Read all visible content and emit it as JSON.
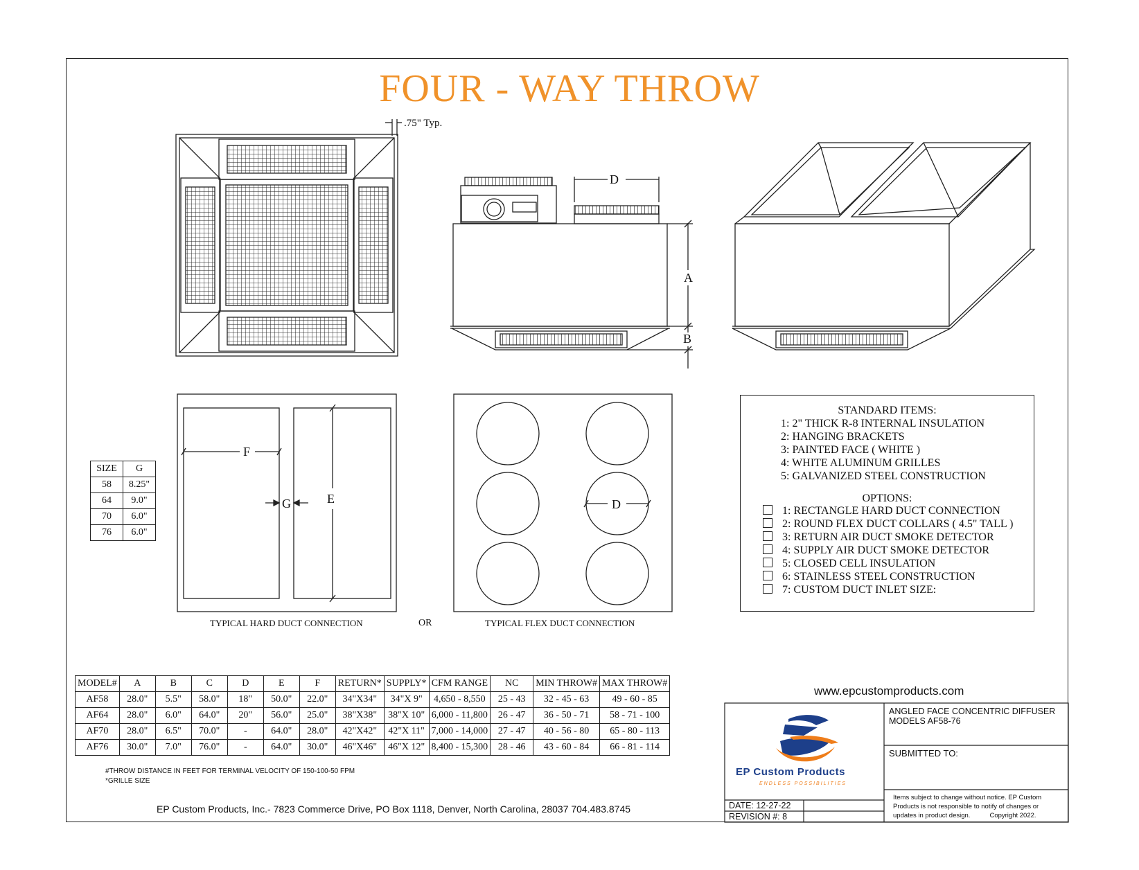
{
  "title": "FOUR - WAY THROW",
  "dims": {
    "typ": ".75\" Typ.",
    "a": "A",
    "b": "B",
    "d": "D",
    "e": "E",
    "f": "F",
    "g": "G"
  },
  "captions": {
    "hard_duct": "TYPICAL HARD DUCT CONNECTION",
    "or": "OR",
    "flex_duct": "TYPICAL FLEX DUCT CONNECTION"
  },
  "g_table": {
    "headers": [
      "SIZE",
      "G"
    ],
    "rows": [
      [
        "58",
        "8.25\""
      ],
      [
        "64",
        "9.0\""
      ],
      [
        "70",
        "6.0\""
      ],
      [
        "76",
        "6.0\""
      ]
    ]
  },
  "standard_items": {
    "heading": "STANDARD ITEMS:",
    "items": [
      "1: 2\" THICK R-8 INTERNAL INSULATION",
      "2: HANGING BRACKETS",
      "3: PAINTED FACE ( WHITE )",
      "4: WHITE ALUMINUM GRILLES",
      "5: GALVANIZED STEEL CONSTRUCTION"
    ]
  },
  "options": {
    "heading": "OPTIONS:",
    "items": [
      "1: RECTANGLE HARD DUCT CONNECTION",
      "2: ROUND FLEX DUCT COLLARS ( 4.5\" TALL )",
      "3: RETURN AIR DUCT SMOKE DETECTOR",
      "4: SUPPLY AIR DUCT SMOKE DETECTOR",
      "5: CLOSED CELL INSULATION",
      "6: STAINLESS STEEL CONSTRUCTION",
      "7: CUSTOM DUCT INLET SIZE:"
    ]
  },
  "model_table": {
    "headers": [
      "MODEL#",
      "A",
      "B",
      "C",
      "D",
      "E",
      "F",
      "RETURN*",
      "SUPPLY*",
      "CFM RANGE",
      "NC",
      "MIN THROW#",
      "MAX THROW#"
    ],
    "rows": [
      [
        "AF58",
        "28.0\"",
        "5.5\"",
        "58.0\"",
        "18\"",
        "50.0\"",
        "22.0\"",
        "34\"X34\"",
        "34\"X 9\"",
        "4,650 - 8,550",
        "25 - 43",
        "32 - 45 - 63",
        "49 - 60 - 85"
      ],
      [
        "AF64",
        "28.0\"",
        "6.0\"",
        "64.0\"",
        "20\"",
        "56.0\"",
        "25.0\"",
        "38\"X38\"",
        "38\"X 10\"",
        "6,000 - 11,800",
        "26 - 47",
        "36 - 50 - 71",
        "58 - 71 - 100"
      ],
      [
        "AF70",
        "28.0\"",
        "6.5\"",
        "70.0\"",
        "-",
        "64.0\"",
        "28.0\"",
        "42\"X42\"",
        "42\"X 11\"",
        "7,000 - 14,000",
        "27 - 47",
        "40 - 56 - 80",
        "65 - 80 - 113"
      ],
      [
        "AF76",
        "30.0\"",
        "7.0\"",
        "76.0\"",
        "-",
        "64.0\"",
        "30.0\"",
        "46\"X46\"",
        "46\"X 12\"",
        "8,400 - 15,300",
        "28 - 46",
        "43 - 60 - 84",
        "66 - 81 - 114"
      ]
    ]
  },
  "notes": [
    "#THROW DISTANCE IN FEET FOR TERMINAL VELOCITY OF 150-100-50 FPM",
    "*GRILLE SIZE"
  ],
  "footer": "EP Custom Products, Inc.- 7823 Commerce Drive, PO Box 1118, Denver, North Carolina, 28037    704.483.8745",
  "website": "www.epcustomproducts.com",
  "title_block": {
    "product_line1": "ANGLED FACE CONCENTRIC DIFFUSER",
    "product_line2": "MODELS  AF58-76",
    "submitted_to": "SUBMITTED TO:",
    "company": "EP Custom Products",
    "tagline": "ENDLESS POSSIBILITIES",
    "date": "DATE: 12-27-22",
    "revision": "REVISION #:  8",
    "disclaimer_line1": "Items subject to change without notice. EP Custom",
    "disclaimer_line2": "Products is not responsible to notify of changes or",
    "disclaimer_line3": "updates in product design.",
    "copyright": "Copyright 2022."
  },
  "colors": {
    "title": "#f0922a",
    "logo_blue": "#1d3f8a",
    "logo_orange": "#ef7d1a"
  }
}
